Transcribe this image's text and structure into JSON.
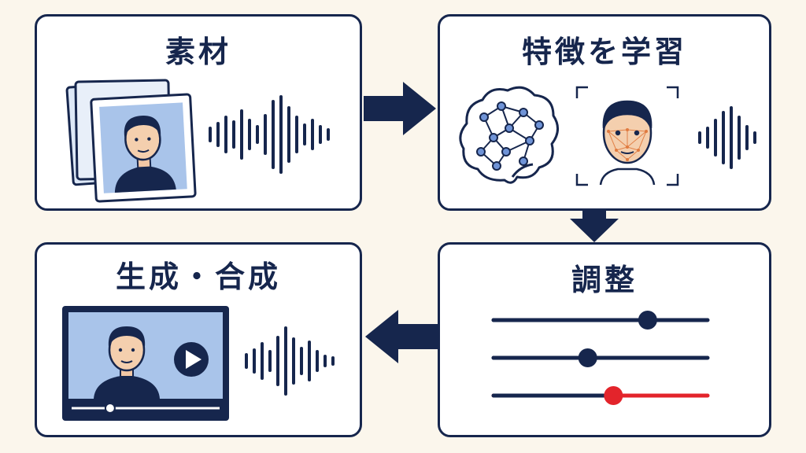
{
  "steps": [
    {
      "id": "material",
      "title": "素材"
    },
    {
      "id": "learn",
      "title": "特徴を学習"
    },
    {
      "id": "adjust",
      "title": "調整"
    },
    {
      "id": "generate",
      "title": "生成・合成"
    }
  ],
  "colors": {
    "navy": "#16264d",
    "panel_bg": "#ffffff",
    "page_bg": "#fbf6ec",
    "photo_blue": "#a9c4ea",
    "accent_red": "#e3242b",
    "node_blue": "#6f93d6"
  },
  "sliders": [
    {
      "level": 0.72,
      "color": "#16264d"
    },
    {
      "level": 0.44,
      "color": "#16264d"
    },
    {
      "level": 0.56,
      "color": "#e3242b"
    }
  ],
  "video_progress": 0.26,
  "icons": [
    "photo-stack-icon",
    "sound-wave-icon",
    "neural-brain-icon",
    "face-scan-icon",
    "play-icon",
    "arrow-right-icon",
    "arrow-down-icon",
    "arrow-left-icon"
  ]
}
